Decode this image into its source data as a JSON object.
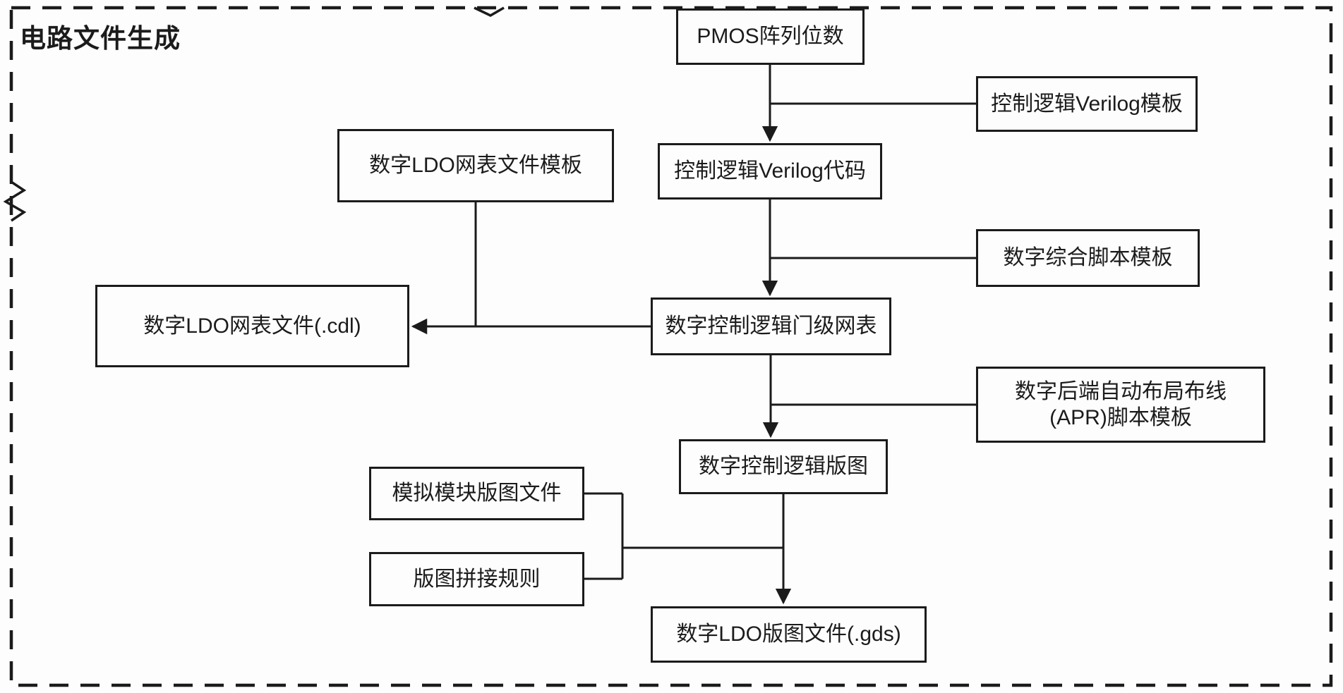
{
  "diagram": {
    "title": "电路文件生成",
    "nodes": [
      {
        "id": "pmos_array_bits",
        "label": "PMOS阵列位数"
      },
      {
        "id": "verilog_template",
        "label": "控制逻辑Verilog模板"
      },
      {
        "id": "verilog_code",
        "label": "控制逻辑Verilog代码"
      },
      {
        "id": "ldo_netlist_template",
        "label": "数字LDO网表文件模板"
      },
      {
        "id": "synthesis_script_template",
        "label": "数字综合脚本模板"
      },
      {
        "id": "gate_level_netlist",
        "label": "数字控制逻辑门级网表"
      },
      {
        "id": "ldo_netlist_cdl",
        "label": "数字LDO网表文件(.cdl)"
      },
      {
        "id": "apr_script_template",
        "label": "数字后端自动布局布线\n(APR)脚本模板"
      },
      {
        "id": "control_logic_layout",
        "label": "数字控制逻辑版图"
      },
      {
        "id": "analog_block_layout",
        "label": "模拟模块版图文件"
      },
      {
        "id": "layout_stitch_rules",
        "label": "版图拼接规则"
      },
      {
        "id": "ldo_gds_file",
        "label": "数字LDO版图文件(.gds)"
      }
    ],
    "edges": [
      {
        "from": "PMOS阵列位数",
        "to": "控制逻辑Verilog代码",
        "type": "arrow"
      },
      {
        "from": "控制逻辑Verilog模板",
        "to": "控制逻辑Verilog代码",
        "type": "join"
      },
      {
        "from": "控制逻辑Verilog代码",
        "to": "数字控制逻辑门级网表",
        "type": "arrow"
      },
      {
        "from": "数字综合脚本模板",
        "to": "数字控制逻辑门级网表",
        "type": "join"
      },
      {
        "from": "数字控制逻辑门级网表",
        "to": "数字LDO网表文件(.cdl)",
        "type": "arrow"
      },
      {
        "from": "数字LDO网表文件模板",
        "to": "数字LDO网表文件(.cdl)",
        "type": "join"
      },
      {
        "from": "数字控制逻辑门级网表",
        "to": "数字控制逻辑版图",
        "type": "arrow"
      },
      {
        "from": "数字后端自动布局布线(APR)脚本模板",
        "to": "数字控制逻辑版图",
        "type": "join"
      },
      {
        "from": "数字控制逻辑版图",
        "to": "数字LDO版图文件(.gds)",
        "type": "arrow"
      },
      {
        "from": "模拟模块版图文件",
        "to": "数字LDO版图文件(.gds)",
        "type": "join"
      },
      {
        "from": "版图拼接规则",
        "to": "数字LDO版图文件(.gds)",
        "type": "join"
      }
    ]
  },
  "colors": {
    "line": "#1b1b1b",
    "background": "#fdfdfd"
  }
}
